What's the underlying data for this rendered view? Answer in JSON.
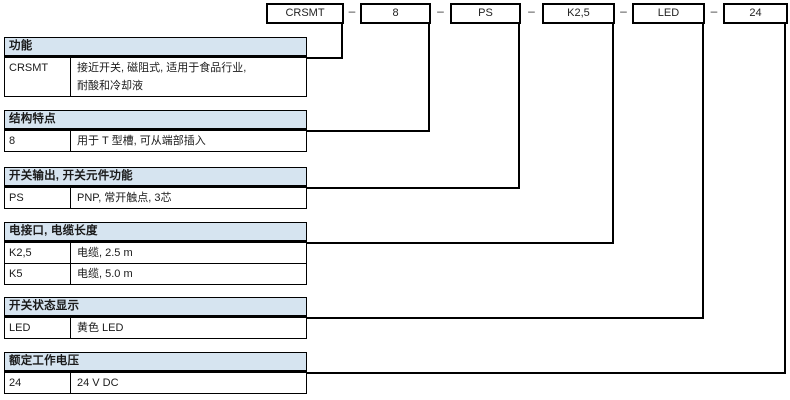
{
  "type_code": {
    "separator": "–",
    "parts": [
      {
        "label": "CRSMT"
      },
      {
        "label": "8"
      },
      {
        "label": "PS"
      },
      {
        "label": "K2,5"
      },
      {
        "label": "LED"
      },
      {
        "label": "24"
      }
    ]
  },
  "tables": [
    {
      "title": "功能",
      "rows": [
        {
          "code": "CRSMT",
          "desc": "接近开关, 磁阻式, 适用于食品行业, 耐酸和冷却液"
        }
      ]
    },
    {
      "title": "结构特点",
      "rows": [
        {
          "code": "8",
          "desc": "用于 T 型槽, 可从端部插入"
        }
      ]
    },
    {
      "title": "开关输出, 开关元件功能",
      "rows": [
        {
          "code": "PS",
          "desc": "PNP, 常开触点, 3芯"
        }
      ]
    },
    {
      "title": "电接口, 电缆长度",
      "rows": [
        {
          "code": "K2,5",
          "desc": "电缆, 2.5 m"
        },
        {
          "code": "K5",
          "desc": "电缆, 5.0 m"
        }
      ]
    },
    {
      "title": "开关状态显示",
      "rows": [
        {
          "code": "LED",
          "desc": "黄色 LED"
        }
      ]
    },
    {
      "title": "额定工作电压",
      "rows": [
        {
          "code": "24",
          "desc": "24 V DC"
        }
      ]
    }
  ],
  "colors": {
    "header_bg": "#d6e4f0",
    "line": "#000000"
  }
}
